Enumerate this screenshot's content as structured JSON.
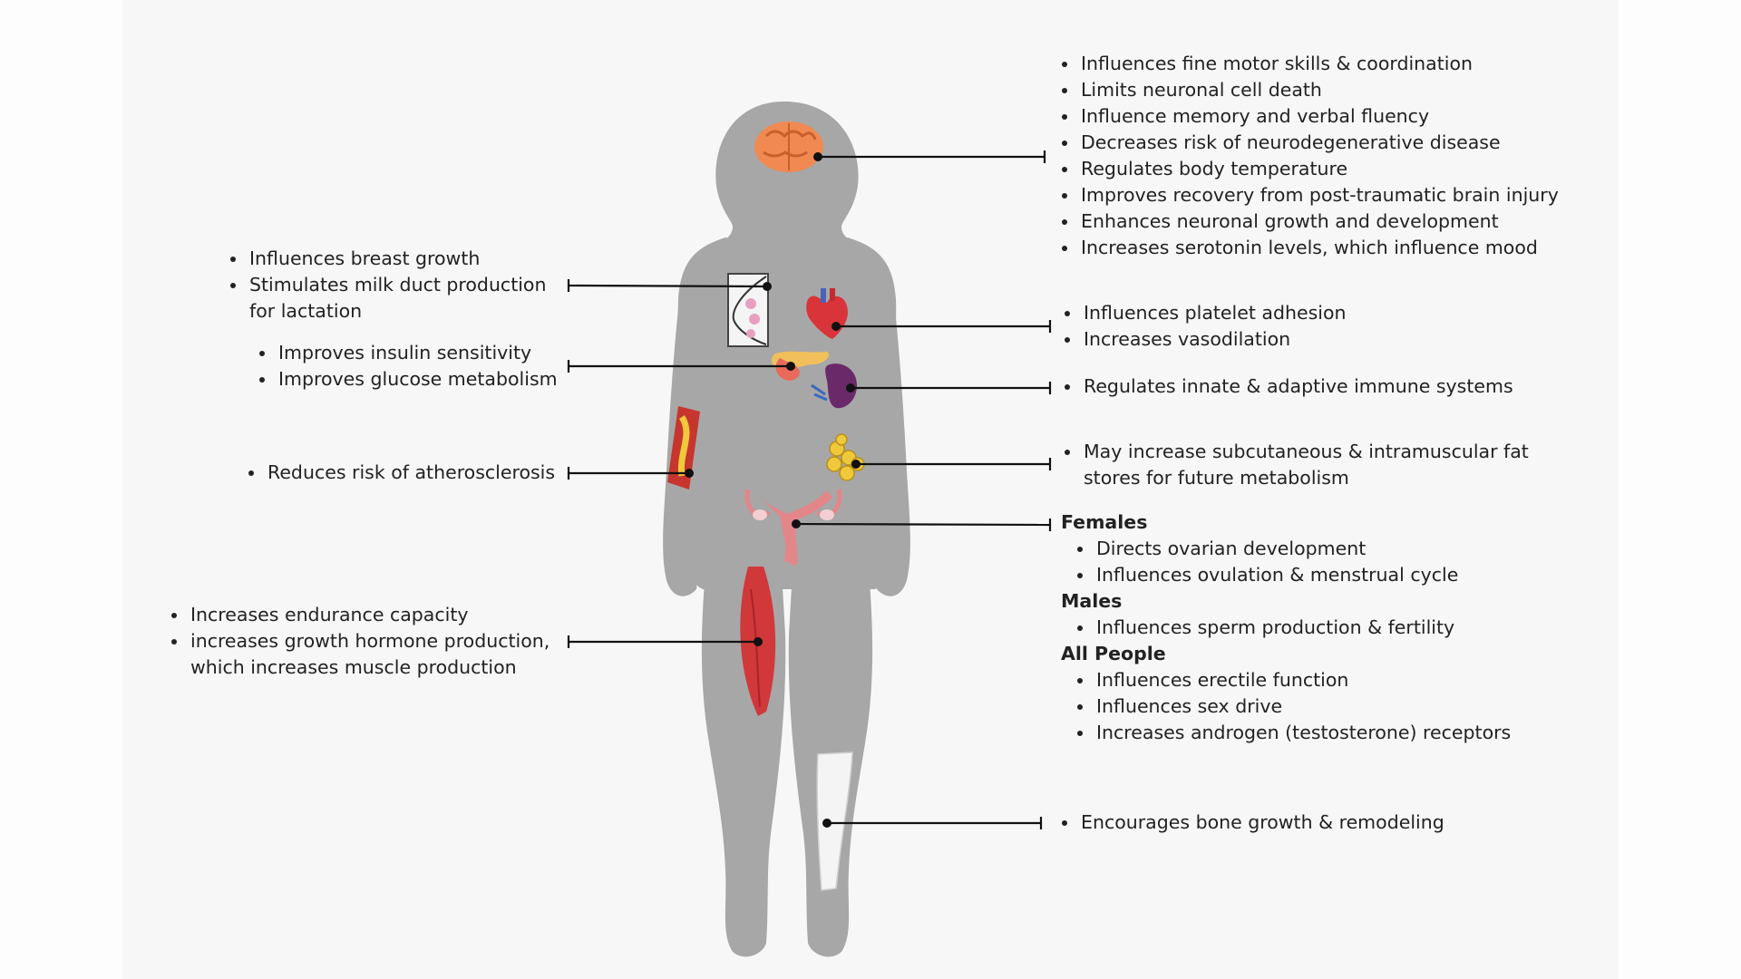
{
  "callouts": {
    "brain": [
      "Influences fine motor skills & coordination",
      "Limits neuronal cell death",
      "Influence memory and verbal fluency",
      "Decreases risk of neurodegenerative disease",
      "Regulates body temperature",
      "Improves recovery from post-traumatic brain injury",
      "Enhances neuronal growth and development",
      "Increases serotonin levels, which influence mood"
    ],
    "breast": [
      "Influences breast growth",
      "Stimulates milk duct production for lactation"
    ],
    "pancreas": [
      "Improves insulin sensitivity",
      "Improves glucose metabolism"
    ],
    "artery": [
      "Reduces risk of atherosclerosis"
    ],
    "muscle": [
      "Increases endurance capacity",
      "increases growth hormone production, which increases muscle production"
    ],
    "heart": [
      "Influences platelet adhesion",
      "Increases vasodilation"
    ],
    "spleen": [
      "Regulates innate & adaptive immune systems"
    ],
    "fat": [
      "May increase subcutaneous & intramuscular fat stores for future metabolism"
    ],
    "reproductive": {
      "females_heading": "Females",
      "females": [
        "Directs ovarian development",
        "Influences ovulation & menstrual cycle"
      ],
      "males_heading": "Males",
      "males": [
        "Influences sperm production & fertility"
      ],
      "all_heading": "All People",
      "all": [
        "Influences erectile function",
        "Influences sex drive",
        "Increases androgen (testosterone) receptors"
      ]
    },
    "bone": [
      "Encourages bone growth & remodeling"
    ]
  },
  "colors": {
    "body": "#a7a7a7",
    "brain": "#f08a52",
    "heart": "#d9343a",
    "spleen": "#6a2a6a",
    "fat": "#f0c93a",
    "muscle": "#d0383a",
    "uterus": "#e2868a",
    "bone": "#f4f4f4",
    "leader_line": "#111111"
  }
}
